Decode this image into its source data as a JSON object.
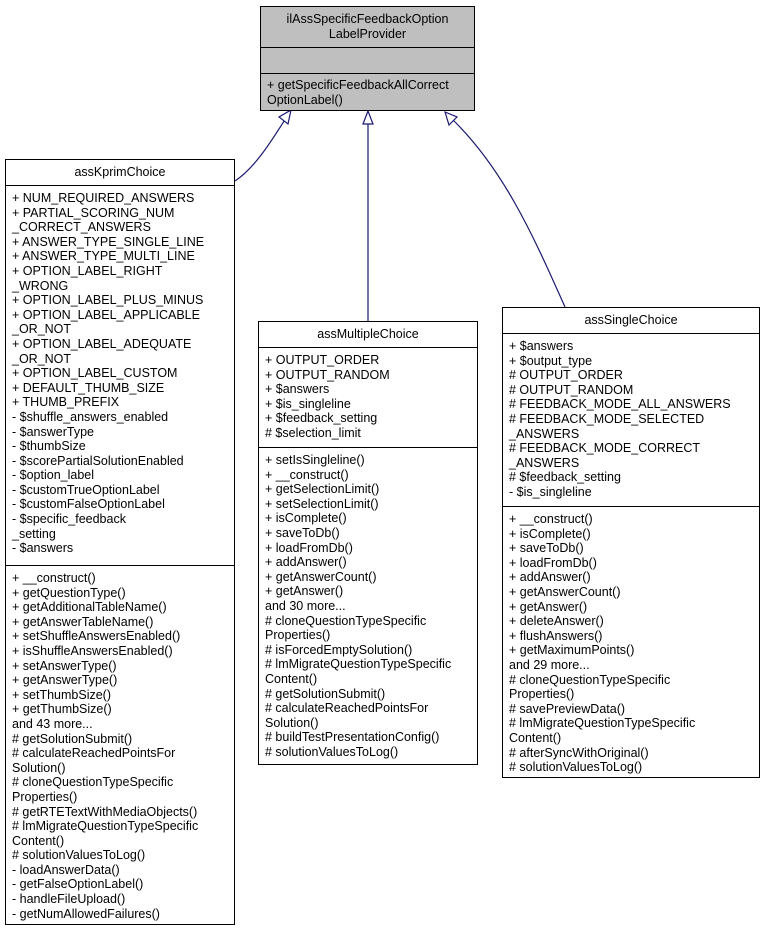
{
  "classes": {
    "provider": {
      "name": [
        "ilAssSpecificFeedbackOption",
        "LabelProvider"
      ],
      "attributes": [],
      "methods": [
        "+ getSpecificFeedbackAllCorrect",
        "OptionLabel()"
      ]
    },
    "kprim": {
      "name": [
        "assKprimChoice"
      ],
      "attributes": [
        "+ NUM_REQUIRED_ANSWERS",
        "+ PARTIAL_SCORING_NUM",
        "_CORRECT_ANSWERS",
        "+ ANSWER_TYPE_SINGLE_LINE",
        "+ ANSWER_TYPE_MULTI_LINE",
        "+ OPTION_LABEL_RIGHT",
        "_WRONG",
        "+ OPTION_LABEL_PLUS_MINUS",
        "+ OPTION_LABEL_APPLICABLE",
        "_OR_NOT",
        "+ OPTION_LABEL_ADEQUATE",
        "_OR_NOT",
        "+ OPTION_LABEL_CUSTOM",
        "+ DEFAULT_THUMB_SIZE",
        "+ THUMB_PREFIX",
        "- $shuffle_answers_enabled",
        "- $answerType",
        "- $thumbSize",
        "- $scorePartialSolutionEnabled",
        "- $option_label",
        "- $customTrueOptionLabel",
        "- $customFalseOptionLabel",
        "- $specific_feedback",
        "_setting",
        "- $answers"
      ],
      "methods": [
        "+ __construct()",
        "+ getQuestionType()",
        "+ getAdditionalTableName()",
        "+ getAnswerTableName()",
        "+ setShuffleAnswersEnabled()",
        "+ isShuffleAnswersEnabled()",
        "+ setAnswerType()",
        "+ getAnswerType()",
        "+ setThumbSize()",
        "+ getThumbSize()",
        "and 43 more...",
        "# getSolutionSubmit()",
        "# calculateReachedPointsFor",
        "Solution()",
        "# cloneQuestionTypeSpecific",
        "Properties()",
        "# getRTETextWithMediaObjects()",
        "# lmMigrateQuestionTypeSpecific",
        "Content()",
        "# solutionValuesToLog()",
        "- loadAnswerData()",
        "- getFalseOptionLabel()",
        "- handleFileUpload()",
        "- getNumAllowedFailures()"
      ]
    },
    "multiple": {
      "name": [
        "assMultipleChoice"
      ],
      "attributes": [
        "+ OUTPUT_ORDER",
        "+ OUTPUT_RANDOM",
        "+ $answers",
        "+ $is_singleline",
        "+ $feedback_setting",
        "# $selection_limit"
      ],
      "methods": [
        "+ setIsSingleline()",
        "+ __construct()",
        "+ getSelectionLimit()",
        "+ setSelectionLimit()",
        "+ isComplete()",
        "+ saveToDb()",
        "+ loadFromDb()",
        "+ addAnswer()",
        "+ getAnswerCount()",
        "+ getAnswer()",
        "and 30 more...",
        "# cloneQuestionTypeSpecific",
        "Properties()",
        "# isForcedEmptySolution()",
        "# lmMigrateQuestionTypeSpecific",
        "Content()",
        "# getSolutionSubmit()",
        "# calculateReachedPointsFor",
        "Solution()",
        "# buildTestPresentationConfig()",
        "# solutionValuesToLog()"
      ]
    },
    "single": {
      "name": [
        "assSingleChoice"
      ],
      "attributes": [
        "+ $answers",
        "+ $output_type",
        "# OUTPUT_ORDER",
        "# OUTPUT_RANDOM",
        "# FEEDBACK_MODE_ALL_ANSWERS",
        "# FEEDBACK_MODE_SELECTED",
        "_ANSWERS",
        "# FEEDBACK_MODE_CORRECT",
        "_ANSWERS",
        "# $feedback_setting",
        "- $is_singleline"
      ],
      "methods": [
        "+ __construct()",
        "+ isComplete()",
        "+ saveToDb()",
        "+ loadFromDb()",
        "+ addAnswer()",
        "+ getAnswerCount()",
        "+ getAnswer()",
        "+ deleteAnswer()",
        "+ flushAnswers()",
        "+ getMaximumPoints()",
        "and 29 more...",
        "# cloneQuestionTypeSpecific",
        "Properties()",
        "# savePreviewData()",
        "# lmMigrateQuestionTypeSpecific",
        "Content()",
        "# afterSyncWithOriginal()",
        "# solutionValuesToLog()"
      ]
    }
  },
  "colors": {
    "edge": "#191970",
    "interface_fill": "#bfbfbf",
    "border": "#000000"
  }
}
